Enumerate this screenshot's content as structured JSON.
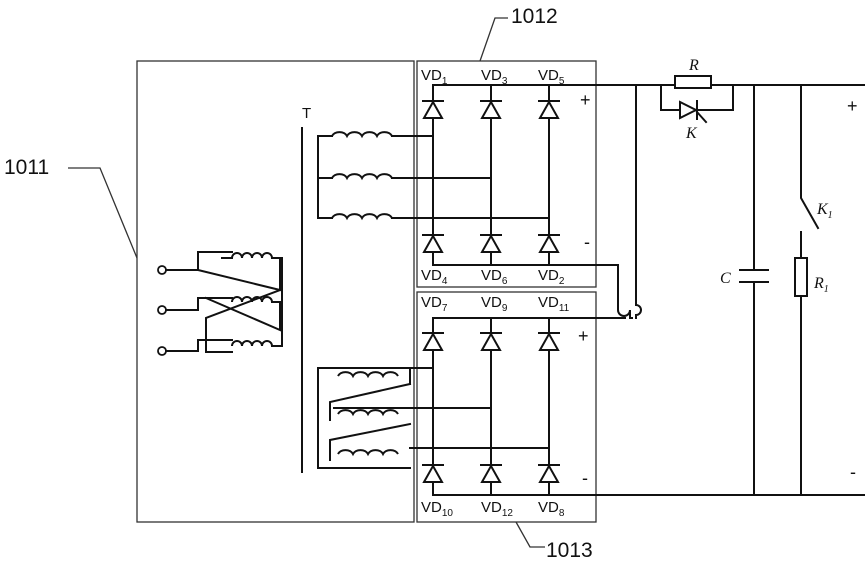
{
  "labels": {
    "ref_1011": "1011",
    "ref_1012": "1012",
    "ref_1013": "1013",
    "transformer": "T"
  },
  "diodes_upper_top": [
    {
      "name": "VD",
      "sub": "1"
    },
    {
      "name": "VD",
      "sub": "3"
    },
    {
      "name": "VD",
      "sub": "5"
    }
  ],
  "diodes_upper_bottom": [
    {
      "name": "VD",
      "sub": "4"
    },
    {
      "name": "VD",
      "sub": "6"
    },
    {
      "name": "VD",
      "sub": "2"
    }
  ],
  "diodes_lower_top": [
    {
      "name": "VD",
      "sub": "7"
    },
    {
      "name": "VD",
      "sub": "9"
    },
    {
      "name": "VD",
      "sub": "11"
    }
  ],
  "diodes_lower_bottom": [
    {
      "name": "VD",
      "sub": "10"
    },
    {
      "name": "VD",
      "sub": "12"
    },
    {
      "name": "VD",
      "sub": "8"
    }
  ],
  "components": {
    "resistor_r": "R",
    "thyristor_k": "K",
    "capacitor_c": "C",
    "switch_k1": "K",
    "switch_k1_sub": "1",
    "resistor_r1": "R",
    "resistor_r1_sub": "1"
  },
  "polarity": {
    "upper_plus": "+",
    "upper_minus": "-",
    "lower_plus": "+",
    "lower_minus": "-",
    "out_plus": "+",
    "out_minus": "-"
  }
}
